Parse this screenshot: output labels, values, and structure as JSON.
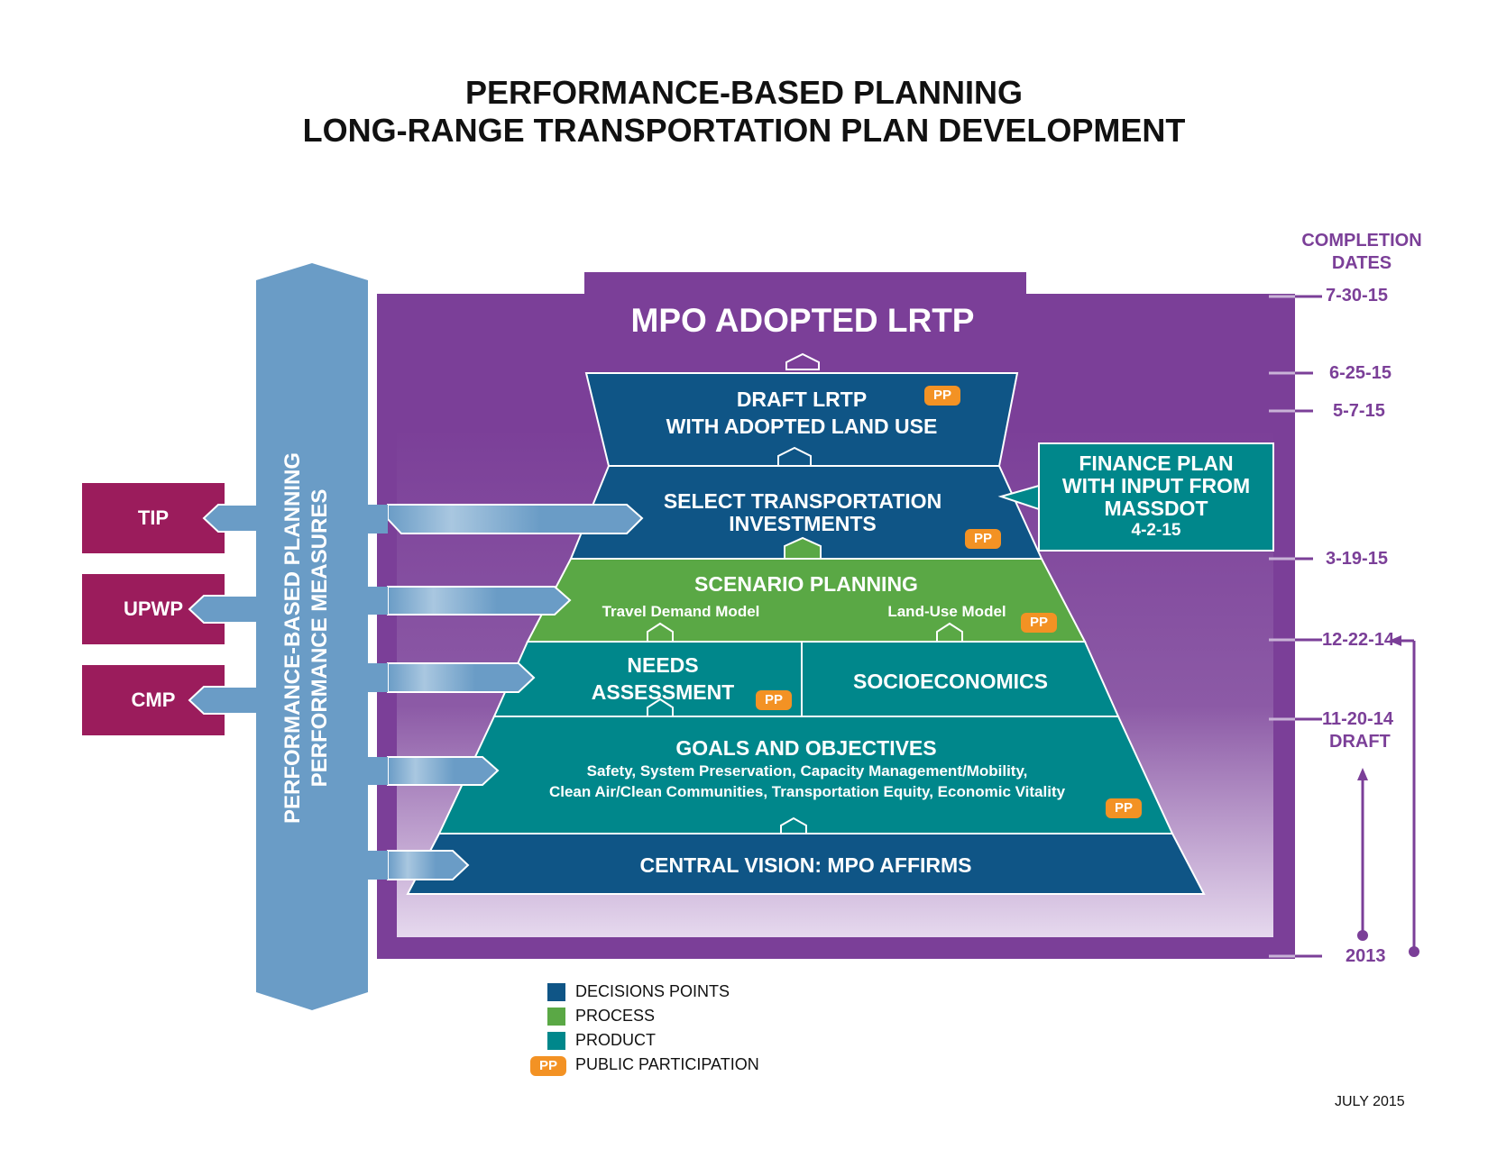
{
  "title_line1": "PERFORMANCE-BASED PLANNING",
  "title_line2": "LONG-RANGE TRANSPORTATION PLAN DEVELOPMENT",
  "completion_dates_header": [
    "COMPLETION",
    "DATES"
  ],
  "dates": [
    "7-30-15",
    "6-25-15",
    "5-7-15",
    "3-19-15",
    "12-22-14",
    "11-20-14",
    "DRAFT",
    "2013"
  ],
  "vertical_bar": [
    "PERFORMANCE-BASED PLANNING",
    "PERFORMANCE MEASURES"
  ],
  "side_boxes": [
    "TIP",
    "UPWP",
    "CMP"
  ],
  "adopted": "MPO ADOPTED LRTP",
  "draft": [
    "DRAFT LRTP",
    "WITH ADOPTED LAND USE"
  ],
  "select": [
    "SELECT TRANSPORTATION",
    "INVESTMENTS"
  ],
  "finance": [
    "FINANCE PLAN",
    "WITH INPUT FROM",
    "MASSDOT",
    "4-2-15"
  ],
  "scenario": {
    "title": "SCENARIO PLANNING",
    "left": "Travel Demand Model",
    "right": "Land-Use Model"
  },
  "needs": [
    "NEEDS",
    "ASSESSMENT"
  ],
  "socio": "SOCIOECONOMICS",
  "goals": {
    "title": "GOALS AND OBJECTIVES",
    "line1": "Safety, System Preservation, Capacity Management/Mobility,",
    "line2": "Clean Air/Clean Communities, Transportation Equity, Economic Vitality"
  },
  "central": "CENTRAL VISION: MPO AFFIRMS",
  "pp_label": "PP",
  "legend": [
    "DECISIONS POINTS",
    "PROCESS",
    "PRODUCT",
    "PUBLIC PARTICIPATION"
  ],
  "footer": "JULY 2015",
  "colors": {
    "decision": "#0f5586",
    "process": "#5aa845",
    "product": "#00878b",
    "purple": "#7b3f98",
    "pp": "#f39224",
    "magenta": "#9b1c5c",
    "steel": "#6a9cc6"
  }
}
